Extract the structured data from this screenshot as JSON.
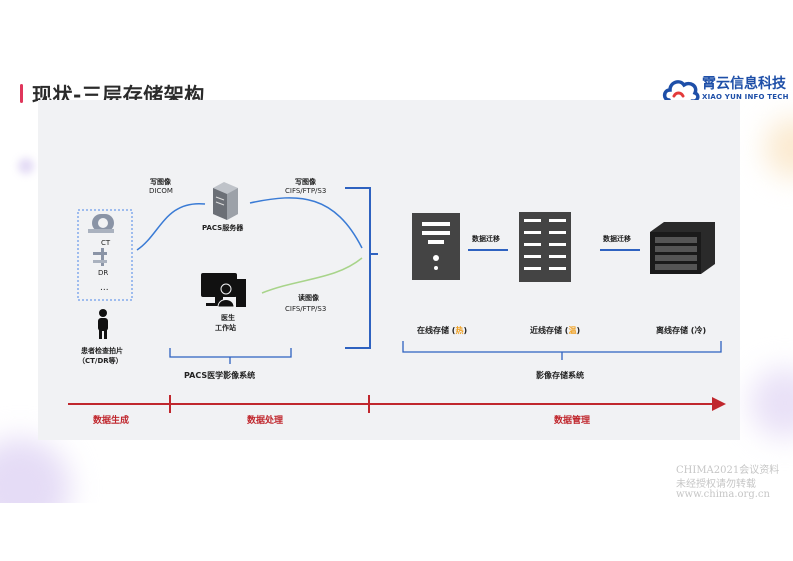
{
  "title": "现状-三层存储架构",
  "logo": {
    "name_cn": "霄云信息科技",
    "name_en": "XIAO YUN INFO TECH"
  },
  "devices": [
    {
      "label": "CT"
    },
    {
      "label": "DR"
    },
    {
      "label": "..."
    }
  ],
  "patient_label": {
    "line1": "患者检查拍片",
    "line2": "（CT/DR等）"
  },
  "pacs_server_label": "PACS服务器",
  "doctor_label": {
    "line1": "医生",
    "line2": "工作站"
  },
  "write_image_1": {
    "label": "写图像",
    "protocol": "DICOM"
  },
  "write_image_2": {
    "label": "写图像",
    "protocol": "CIFS/FTP/S3"
  },
  "read_image": {
    "label": "读图像",
    "protocol": "CIFS/FTP/S3"
  },
  "migration_labels": [
    "数据迁移",
    "数据迁移"
  ],
  "storage_tiers": [
    {
      "name": "在线存储",
      "temp": "热"
    },
    {
      "name": "近线存储",
      "temp": "温"
    },
    {
      "name": "离线存储",
      "temp": "冷"
    }
  ],
  "pacs_system_label": "PACS医学影像系统",
  "storage_system_label": "影像存储系统",
  "stages": [
    "数据生成",
    "数据处理",
    "数据管理"
  ],
  "watermark": [
    "CHIMA2021会议资料",
    "未经授权请勿转载",
    "www.chima.org.cn"
  ],
  "colors": {
    "accent_red": "#c0272d",
    "curve_blue": "#3a7bd5",
    "curve_green": "#a8d48a",
    "bracket_blue": "#2e62c0",
    "temp_orange": "#f0a020"
  }
}
